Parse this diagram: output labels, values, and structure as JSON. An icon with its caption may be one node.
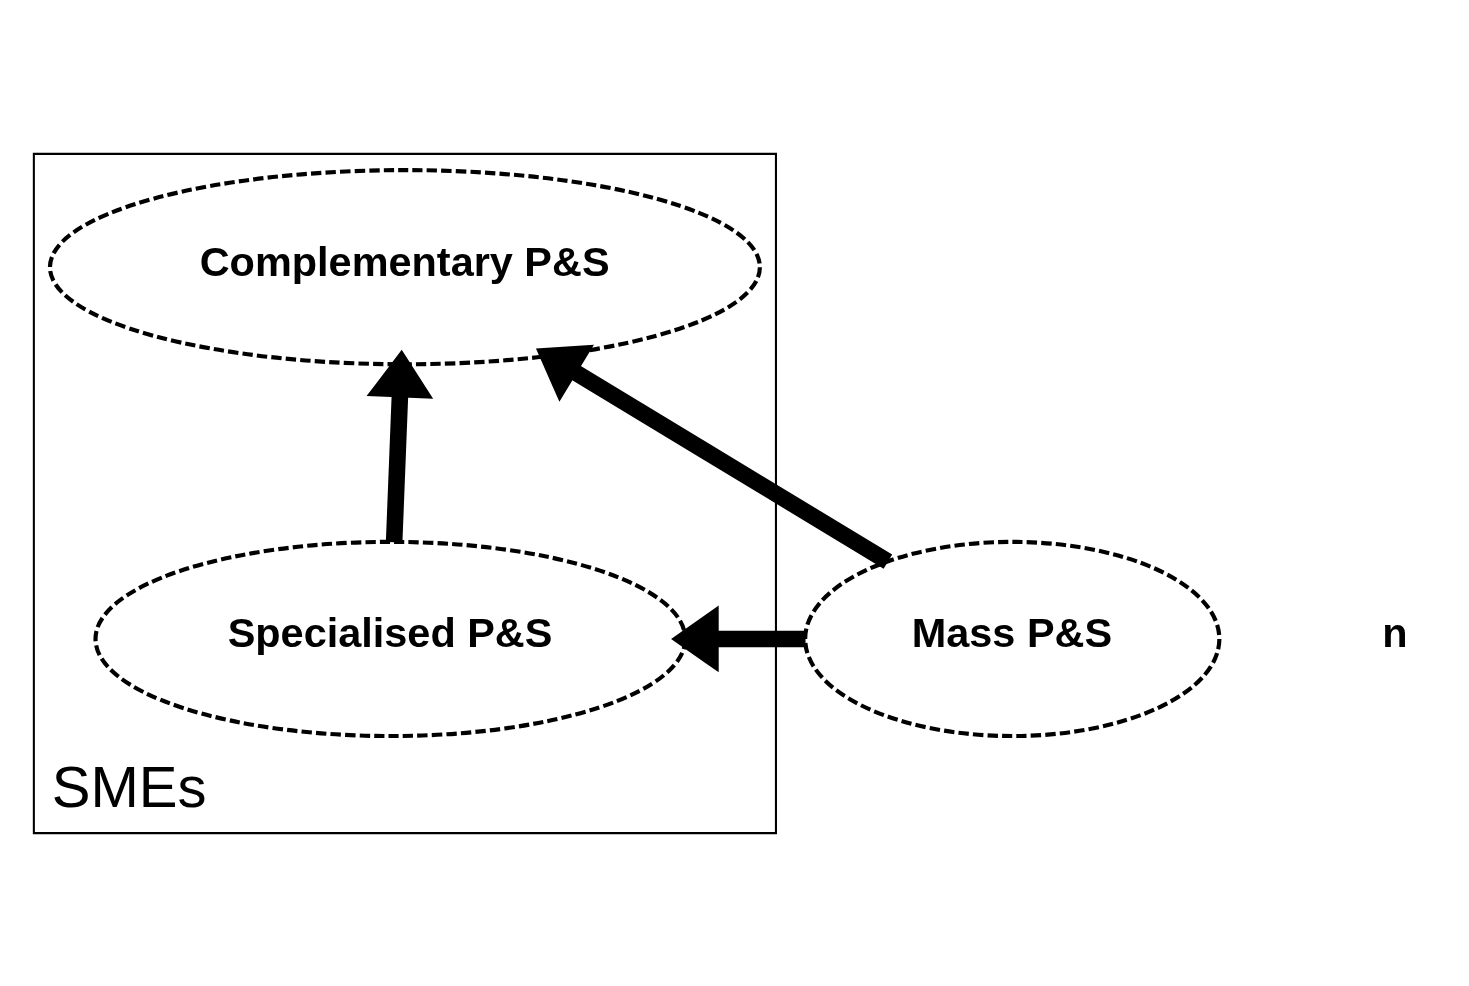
{
  "diagram": {
    "nodes": [
      {
        "text": [
          "SMEs"
        ]
      },
      {
        "text": [
          "Complementary P&S"
        ],
        "in": 0
      },
      {
        "text": [
          "Specialised P&S"
        ],
        "in": 0
      },
      {
        "text": [
          "Mass P&S"
        ]
      }
    ],
    "edges": [
      {
        "from": 3,
        "to": 1,
        "arrow": "to"
      },
      {
        "from": 3,
        "to": 2,
        "arrow": "to"
      },
      {
        "from": 2,
        "to": 1,
        "arrow": "to"
      }
    ],
    "labels": [
      "n"
    ]
  }
}
